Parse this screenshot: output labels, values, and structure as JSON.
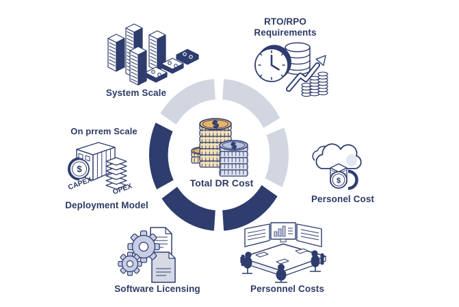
{
  "center": {
    "label": "Total DR Cost"
  },
  "nodes": [
    {
      "id": "system-scale",
      "label": "System Scale",
      "icon": "server-racks-icon"
    },
    {
      "id": "rto-rpo-requirements",
      "label_line1": "RTO/RPO",
      "label_line2": "Requirements",
      "icon": "clock-database-growth-icon"
    },
    {
      "id": "deployment-model",
      "top_label": "On prrem Scale",
      "label": "Deployment Model",
      "capex_label": "CAPEX",
      "opex_label": "OPEX",
      "icon": "building-capex-opex-icon"
    },
    {
      "id": "personel-cost",
      "label": "Personel Cost",
      "icon": "cloud-server-coin-icon"
    },
    {
      "id": "software-licensing",
      "label": "Software Licensing",
      "icon": "gears-documents-icon"
    },
    {
      "id": "personnel-costs",
      "label": "Personnel Costs",
      "icon": "control-room-team-icon"
    }
  ],
  "ring": {
    "segments": [
      {
        "id": "top-right",
        "color": "#d2d6e0"
      },
      {
        "id": "right",
        "color": "#d2d6e0"
      },
      {
        "id": "bottom-right",
        "color": "#2e3c6e"
      },
      {
        "id": "bottom-left",
        "color": "#2e3c6e"
      },
      {
        "id": "left",
        "color": "#2e3c6e"
      },
      {
        "id": "top-left",
        "color": "#d2d6e0"
      }
    ]
  },
  "icons": {
    "currency_symbol": "$"
  },
  "colors": {
    "navy": "#2e3c6e",
    "ring_gray": "#d2d6e0",
    "text_navy": "#2d3a66",
    "coin_gold": "#e6b469",
    "coin_gold_light": "#f4e0b6",
    "coin_blue": "#b6c1dd",
    "coin_blue_light": "#dee3f0",
    "gear_lavender": "#c6cde4",
    "doc_gray": "#d6dae4",
    "shade_gray": "#e3e7f1",
    "background": "#ffffff"
  }
}
